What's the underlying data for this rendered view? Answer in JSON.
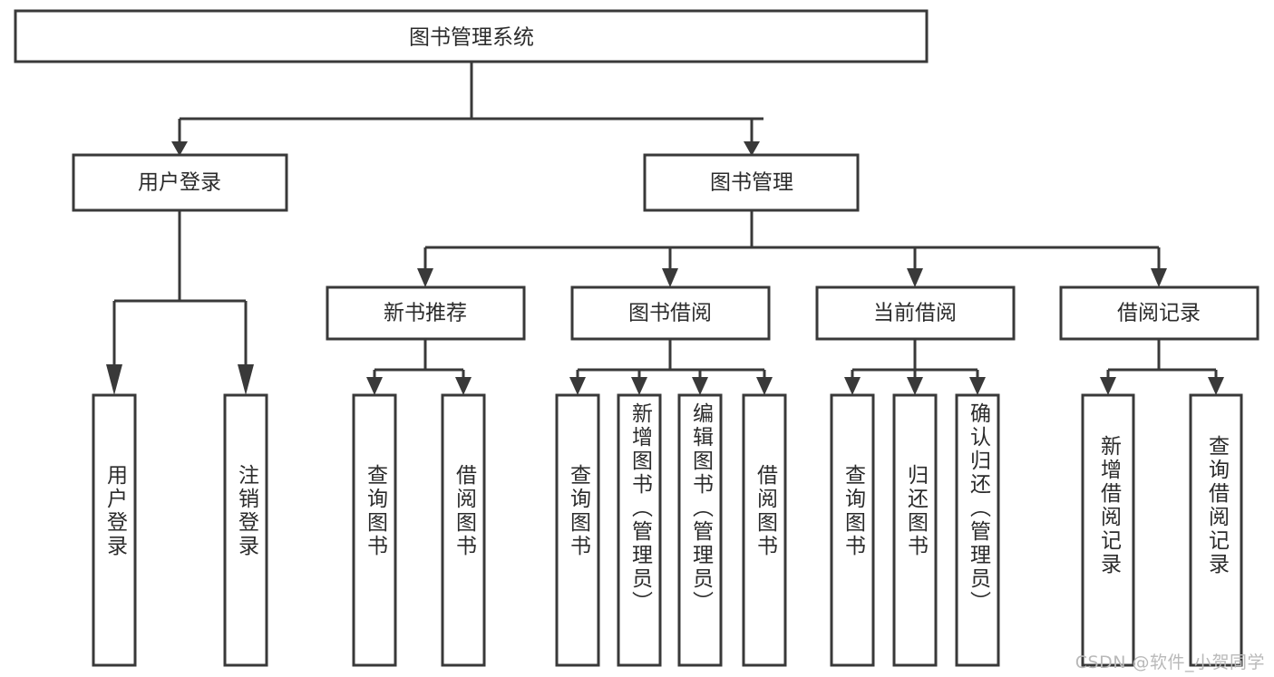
{
  "diagram": {
    "title": "图书管理系统",
    "type": "tree",
    "orientation": "top-down",
    "colors": {
      "stroke": "#393939",
      "fill": "#ffffff",
      "text": "#2b2b2b",
      "background": "#ffffff",
      "watermark": "#b9b9b9"
    },
    "root": {
      "label": "图书管理系统"
    },
    "level1": [
      {
        "label": "用户登录"
      },
      {
        "label": "图书管理"
      }
    ],
    "level2": [
      {
        "label": "新书推荐"
      },
      {
        "label": "图书借阅"
      },
      {
        "label": "当前借阅"
      },
      {
        "label": "借阅记录"
      }
    ],
    "leaves": {
      "user_login": [
        {
          "label": "用户登录"
        },
        {
          "label": "注销登录"
        }
      ],
      "new_book_recommend": [
        {
          "label": "查询图书"
        },
        {
          "label": "借阅图书"
        }
      ],
      "book_borrow": [
        {
          "label": "查询图书"
        },
        {
          "label": "新增图书（管理员）"
        },
        {
          "label": "编辑图书（管理员）"
        },
        {
          "label": "借阅图书"
        }
      ],
      "current_borrow": [
        {
          "label": "查询图书"
        },
        {
          "label": "归还图书"
        },
        {
          "label": "确认归还（管理员）"
        }
      ],
      "borrow_record": [
        {
          "label": "新增借阅记录"
        },
        {
          "label": "查询借阅记录"
        }
      ]
    },
    "watermark": "CSDN @软件_小贺同学"
  }
}
